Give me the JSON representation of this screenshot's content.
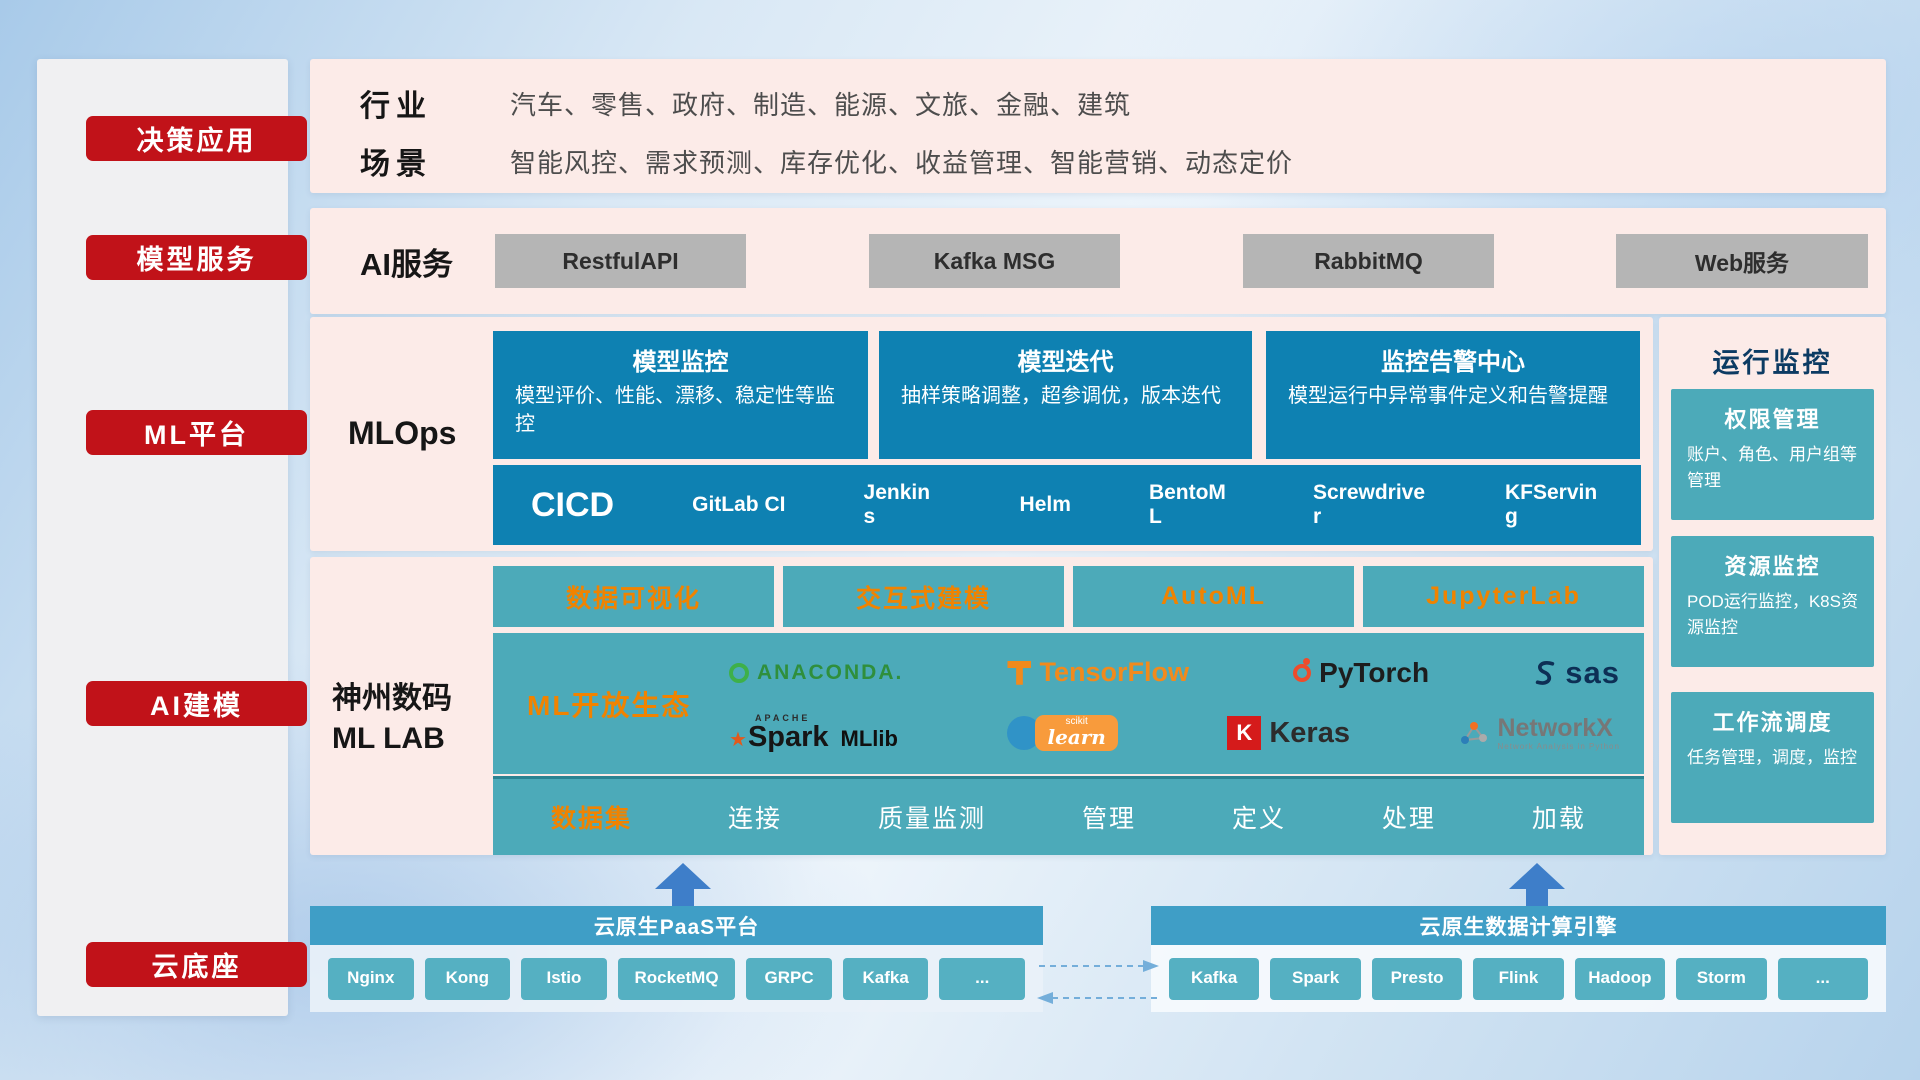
{
  "sidebar": {
    "items": [
      {
        "label": "决策应用"
      },
      {
        "label": "模型服务"
      },
      {
        "label": "ML平台"
      },
      {
        "label": "AI建模"
      },
      {
        "label": "云底座"
      }
    ]
  },
  "industry_scene": {
    "industry_label": "行业",
    "industry_text": "汽车、零售、政府、制造、能源、文旅、金融、建筑",
    "scene_label": "场景",
    "scene_text": "智能风控、需求预测、库存优化、收益管理、智能营销、动态定价"
  },
  "ai_service": {
    "label": "AI服务",
    "services": [
      "RestfulAPI",
      "Kafka MSG",
      "RabbitMQ",
      "Web服务"
    ]
  },
  "mlops": {
    "label": "MLOps",
    "cards": [
      {
        "title": "模型监控",
        "desc": "模型评价、性能、漂移、稳定性等监控"
      },
      {
        "title": "模型迭代",
        "desc": "抽样策略调整，超参调优，版本迭代"
      },
      {
        "title": "监控告警中心",
        "desc": "模型运行中异常事件定义和告警提醒"
      }
    ],
    "cicd_title": "CICD",
    "cicd_tools": [
      "GitLab CI",
      "Jenkins",
      "Helm",
      "BentoML",
      "Screwdriver",
      "KFServing"
    ]
  },
  "mllab": {
    "vendor": "神州数码",
    "lab": "ML LAB",
    "tools": [
      "数据可视化",
      "交互式建模",
      "AutoML",
      "JupyterLab"
    ],
    "eco_title": "ML开放生态",
    "logos": {
      "anaconda": "ANACONDA.",
      "tensorflow": "TensorFlow",
      "pytorch": "PyTorch",
      "sas": "sas",
      "apache": "APACHE",
      "spark": "Spark",
      "mllib": "MLlib",
      "scikit_top": "scikit",
      "scikit_main": "learn",
      "keras_k": "K",
      "keras": "Keras",
      "networkx": "NetworkX",
      "networkx_sub": "Network Analysis in Python"
    },
    "dataset_label": "数据集",
    "dataset_items": [
      "连接",
      "质量监测",
      "管理",
      "定义",
      "处理",
      "加载"
    ]
  },
  "monitoring": {
    "title": "运行监控",
    "cards": [
      {
        "title": "权限管理",
        "desc": "账户、角色、用户组等管理"
      },
      {
        "title": "资源监控",
        "desc": "POD运行监控，K8S资源监控"
      },
      {
        "title": "工作流调度",
        "desc": "任务管理，调度，监控"
      }
    ]
  },
  "cloud": {
    "paas_title": "云原生PaaS平台",
    "paas_components": [
      "Nginx",
      "Kong",
      "Istio",
      "RocketMQ",
      "GRPC",
      "Kafka",
      "..."
    ],
    "engine_title": "云原生数据计算引擎",
    "engine_components": [
      "Kafka",
      "Spark",
      "Presto",
      "Flink",
      "Hadoop",
      "Storm",
      "..."
    ]
  },
  "colors": {
    "accent_red": "#c11219",
    "panel_pink": "#fcebe8",
    "deep_blue": "#0e81b2",
    "teal": "#4caab9",
    "orange": "#f08300",
    "bar_blue": "#3f9ec6",
    "chip_teal": "#55b0c2",
    "arrow_blue": "#3e7ec9"
  }
}
